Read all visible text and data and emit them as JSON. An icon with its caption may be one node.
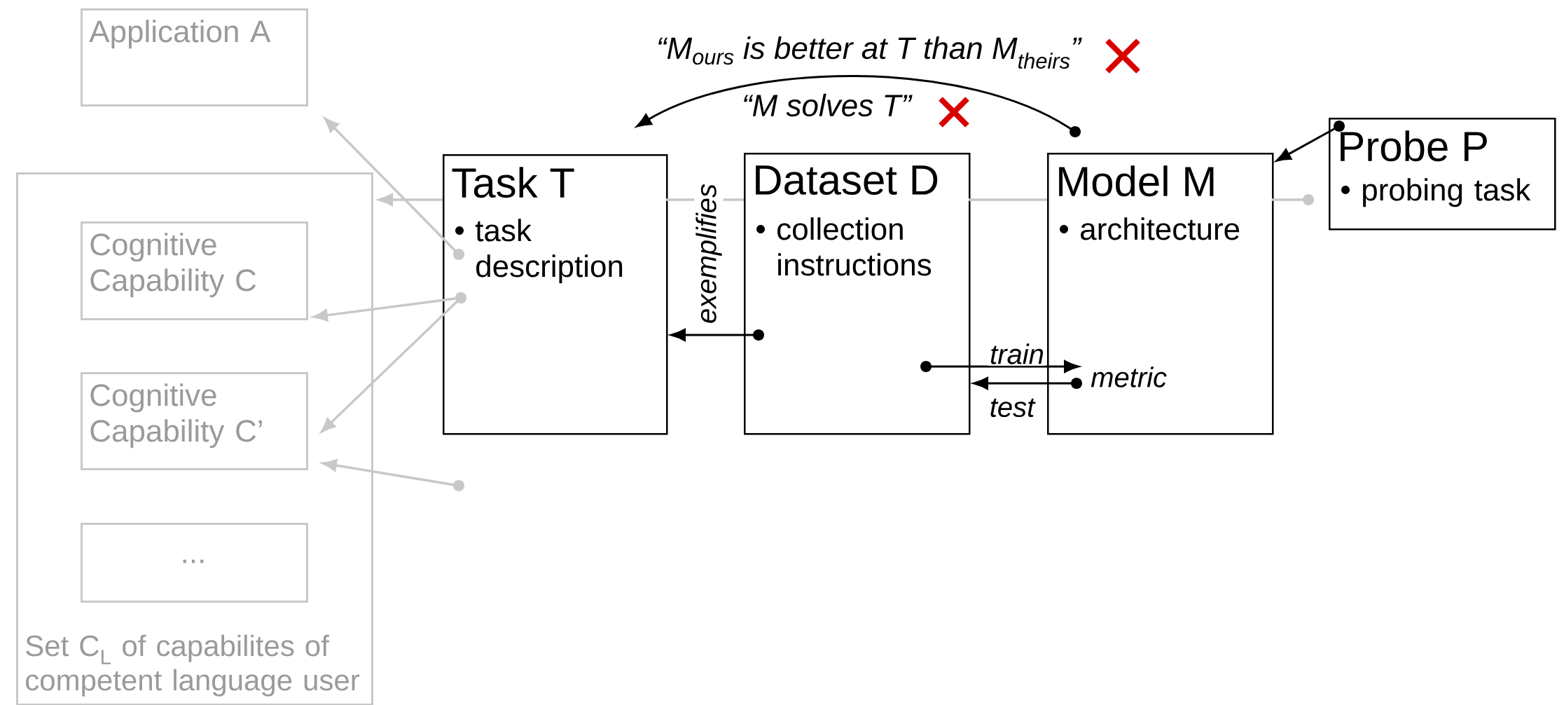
{
  "diagram": {
    "nodes": [
      {
        "text": [
          "Application A"
        ]
      },
      {
        "text": [
          "Set C$_{L}$ of capabilites of competent language user"
        ]
      },
      {
        "text": [
          "Cognitive Capability C"
        ],
        "in": 1
      },
      {
        "text": [
          "Cognitive Capability C’"
        ],
        "in": 1
      },
      {
        "text": [
          "..."
        ],
        "in": 1
      },
      {
        "text": [
          "Task T",
          "task description"
        ]
      },
      {
        "text": [
          "Dataset D",
          "collection instructions"
        ]
      },
      {
        "text": [
          "Model M",
          "architecture"
        ]
      },
      {
        "text": [
          "Probe P",
          "probing task"
        ]
      },
      {
        "text": [
          "metric"
        ],
        "in": 7
      }
    ],
    "edges": [
      {
        "from": 5,
        "to": 1,
        "arrow": "to"
      },
      {
        "from": 6,
        "to": 5,
        "arrow": "none"
      },
      {
        "from": 7,
        "to": 6,
        "arrow": "none"
      },
      {
        "from": 7,
        "to": 8,
        "arrow": "other"
      },
      {
        "from": 5,
        "to": 0,
        "arrow": "to"
      },
      {
        "from": 5,
        "to": 2,
        "arrow": "to"
      },
      {
        "from": 5,
        "to": 3,
        "arrow": "to"
      },
      {
        "from": null,
        "to": 3,
        "arrow": "to"
      },
      {
        "from": 6,
        "to": 5,
        "arrow": "to",
        "label": "exemplifies",
        "color": "#000000"
      },
      {
        "from": 6,
        "to": 9,
        "arrow": "to",
        "label": "train",
        "color": "#000000"
      },
      {
        "from": 9,
        "to": 6,
        "arrow": "to",
        "label": "test",
        "color": "#000000"
      },
      {
        "from": 7,
        "to": 5,
        "arrow": "to",
        "color": "#000000"
      },
      {
        "from": 8,
        "to": 7,
        "arrow": "to",
        "color": "#000000"
      }
    ],
    "labels": [
      "“M$_{ours}$ is better at T than M$_{theirs}$”",
      "“M solves T”"
    ]
  }
}
